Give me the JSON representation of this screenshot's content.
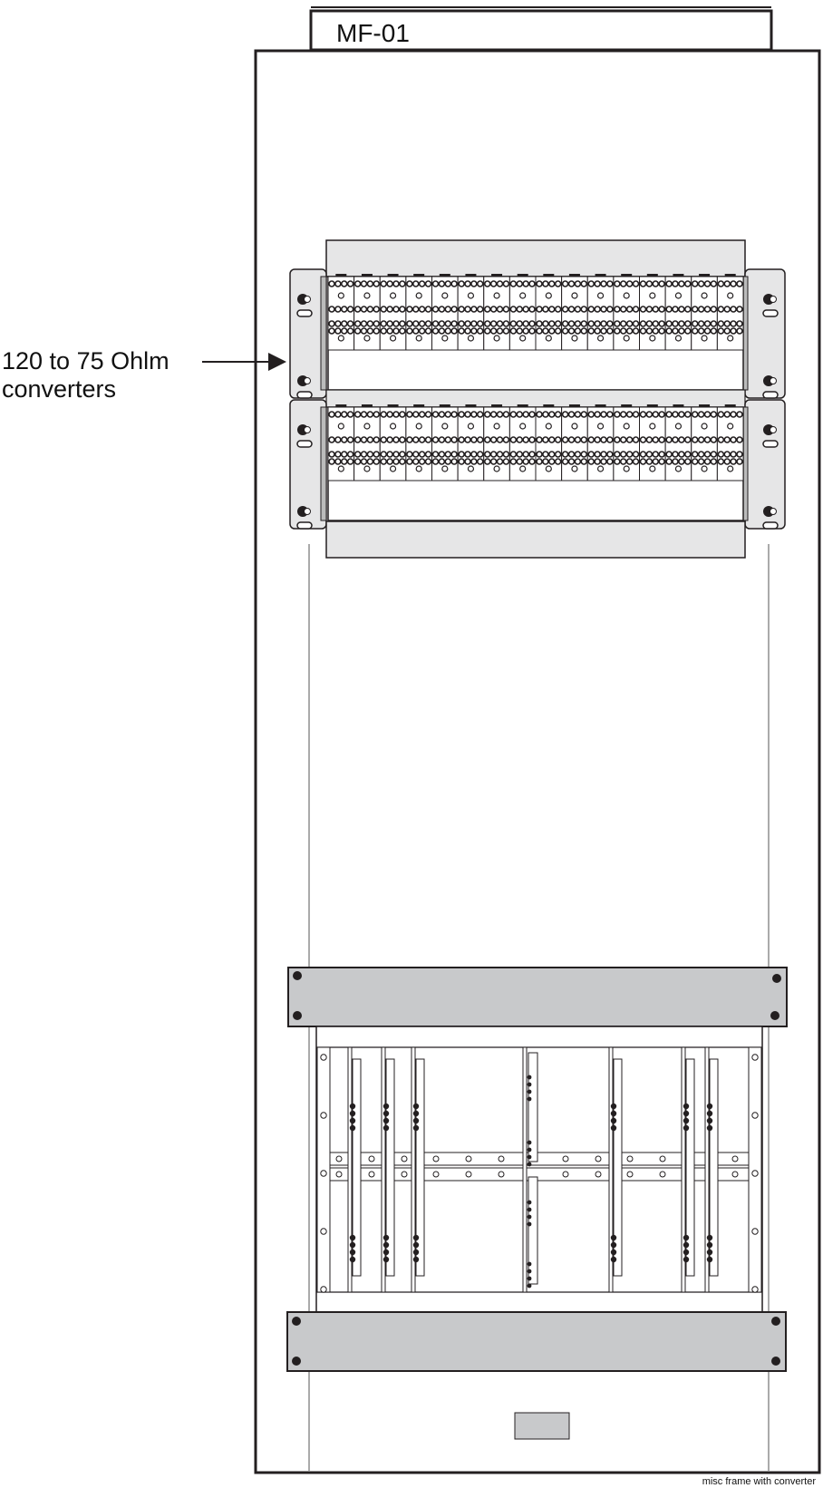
{
  "frame": {
    "label": "MF-01",
    "caption": "misc frame with converter"
  },
  "callout": {
    "line1": "120 to 75 Ohlm",
    "line2": "converters"
  },
  "converter_panels": {
    "count": 2,
    "modules_per_panel": 16
  },
  "colors": {
    "panel_gray": "#c8c9cb",
    "light_gray": "#e6e6e7",
    "stroke": "#231f20"
  }
}
